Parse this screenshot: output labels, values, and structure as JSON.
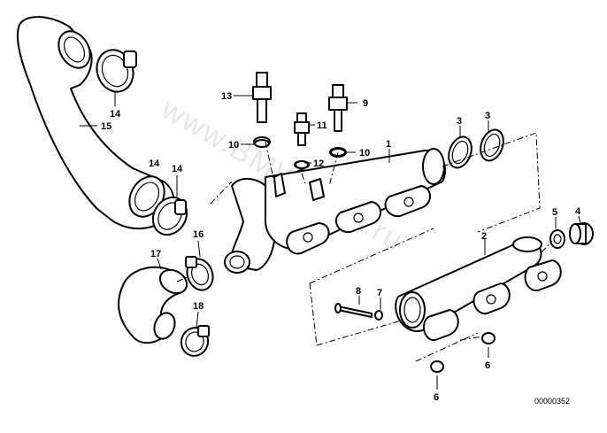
{
  "diagram": {
    "callouts": [
      "1",
      "2",
      "3",
      "3",
      "4",
      "5",
      "6",
      "6",
      "7",
      "8",
      "9",
      "10",
      "10",
      "11",
      "12",
      "13",
      "14",
      "14",
      "14",
      "15",
      "16",
      "17",
      "18"
    ],
    "reference_code": "00000352",
    "watermark": "www.BMWstore.ru"
  }
}
